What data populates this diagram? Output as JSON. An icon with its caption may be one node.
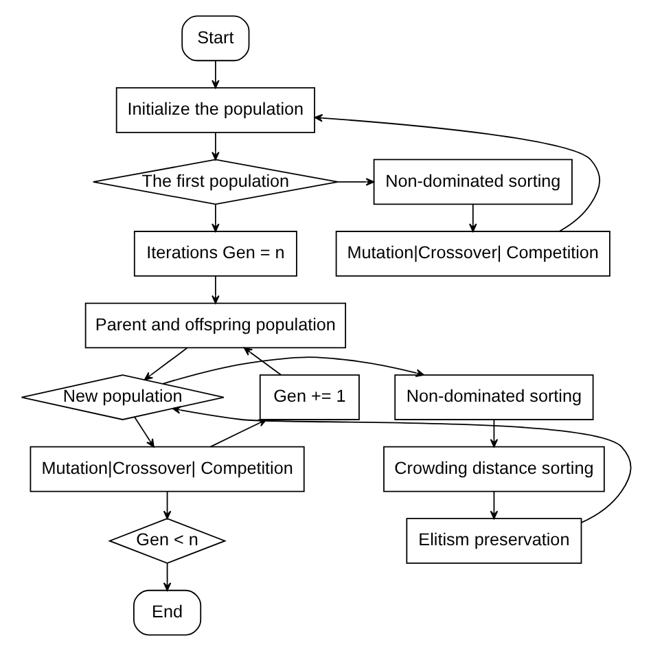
{
  "diagram": {
    "nodes": [
      {
        "text": [
          "Start"
        ]
      },
      {
        "text": [
          "Initialize the population"
        ]
      },
      {
        "text": [
          "The first population"
        ]
      },
      {
        "text": [
          "Non-dominated sorting"
        ]
      },
      {
        "text": [
          "Mutation|Crossover| Competition"
        ]
      },
      {
        "text": [
          "Iterations Gen = n"
        ]
      },
      {
        "text": [
          "Parent and offspring population"
        ]
      },
      {
        "text": [
          "Gen += 1"
        ]
      },
      {
        "text": [
          "New population"
        ]
      },
      {
        "text": [
          "Non-dominated sorting"
        ]
      },
      {
        "text": [
          "Crowding distance sorting"
        ]
      },
      {
        "text": [
          "Elitism preservation"
        ]
      },
      {
        "text": [
          "Mutation|Crossover| Competition"
        ]
      },
      {
        "text": [
          "Gen < n"
        ]
      },
      {
        "text": [
          "End"
        ]
      }
    ],
    "edges": [
      {
        "from": 0,
        "to": 1,
        "arrow": "to"
      },
      {
        "from": 1,
        "to": 2,
        "arrow": "to"
      },
      {
        "from": 2,
        "to": 3,
        "arrow": "to"
      },
      {
        "from": 3,
        "to": 4,
        "arrow": "to"
      },
      {
        "from": 4,
        "to": 1,
        "arrow": "to"
      },
      {
        "from": 2,
        "to": 5,
        "arrow": "to"
      },
      {
        "from": 5,
        "to": 6,
        "arrow": "to"
      },
      {
        "from": 6,
        "to": 8,
        "arrow": "to"
      },
      {
        "from": 8,
        "to": 9,
        "arrow": "to"
      },
      {
        "from": 9,
        "to": 10,
        "arrow": "to"
      },
      {
        "from": 10,
        "to": 11,
        "arrow": "to"
      },
      {
        "from": 11,
        "to": 8,
        "arrow": "to"
      },
      {
        "from": 8,
        "to": 12,
        "arrow": "to"
      },
      {
        "from": 12,
        "to": 7,
        "arrow": "to"
      },
      {
        "from": 7,
        "to": 6,
        "arrow": "to"
      },
      {
        "from": 12,
        "to": 13,
        "arrow": "to"
      },
      {
        "from": 13,
        "to": 14,
        "arrow": "to"
      }
    ]
  }
}
